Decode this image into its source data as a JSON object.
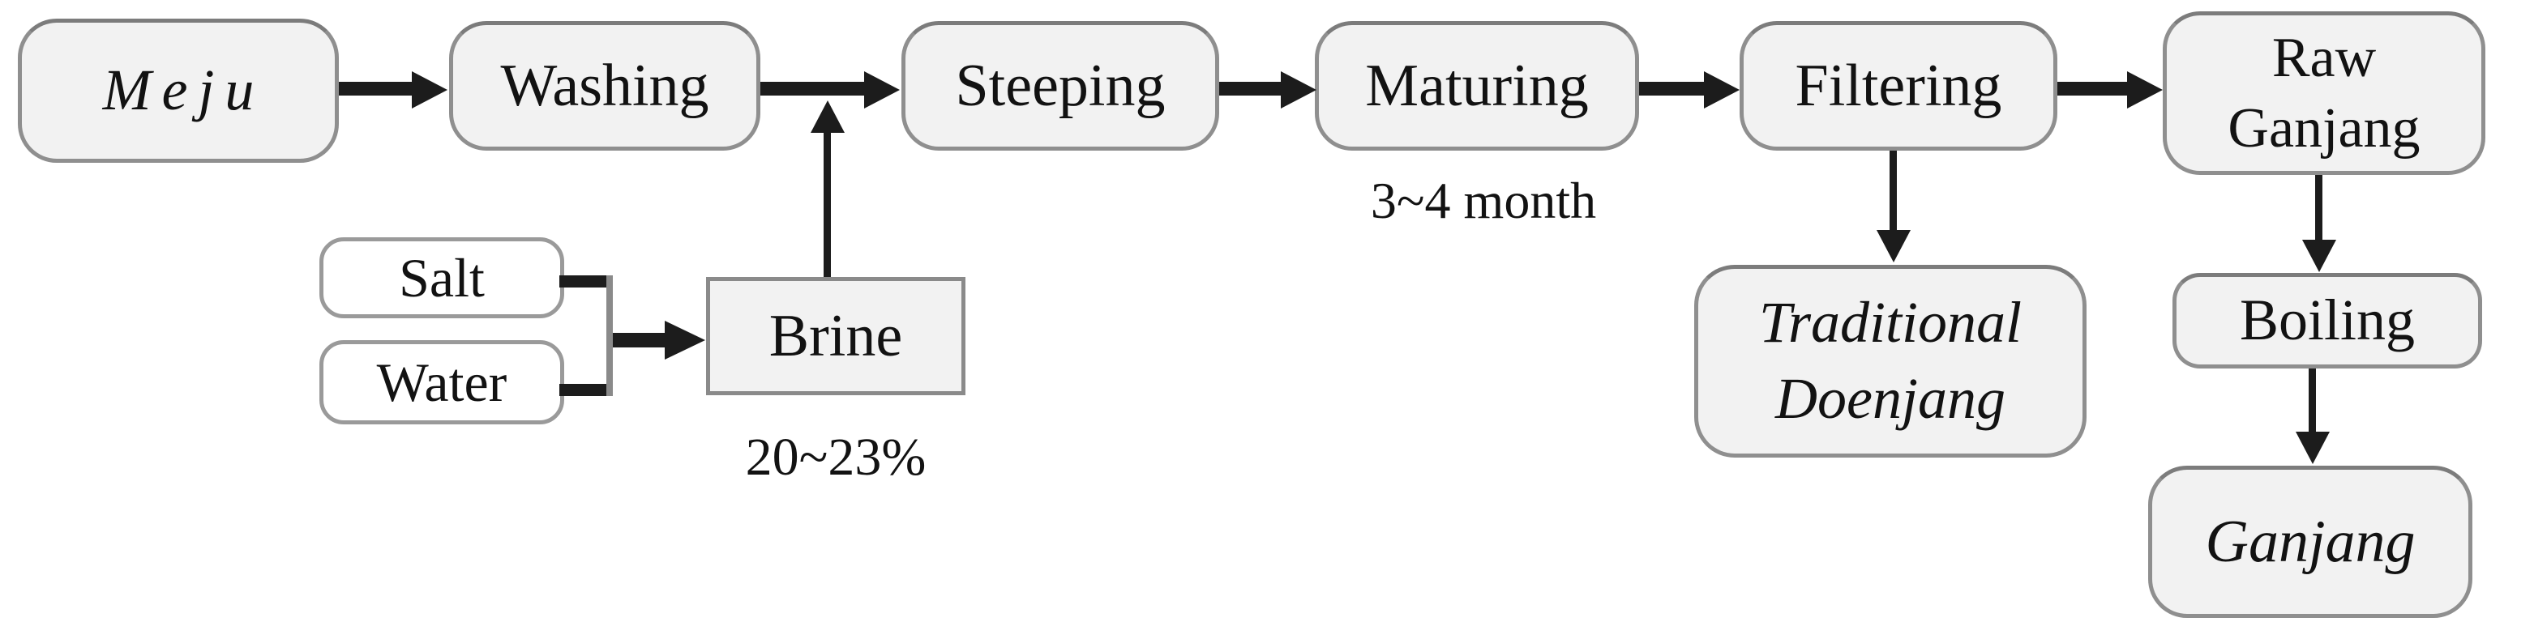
{
  "diagram": {
    "description": "Flow chart of traditional Korean Ganjang and Doenjang production",
    "nodes": {
      "meju": {
        "label": "Meju"
      },
      "washing": {
        "label": "Washing"
      },
      "steeping": {
        "label": "Steeping"
      },
      "maturing": {
        "label": "Maturing"
      },
      "filtering": {
        "label": "Filtering"
      },
      "raw_ganjang": {
        "line1": "Raw",
        "line2": "Ganjang"
      },
      "salt": {
        "label": "Salt"
      },
      "water": {
        "label": "Water"
      },
      "brine": {
        "label": "Brine"
      },
      "traditional_doenjang": {
        "line1": "Traditional",
        "line2": "Doenjang"
      },
      "boiling": {
        "label": "Boiling"
      },
      "ganjang": {
        "label": "Ganjang"
      }
    },
    "annotations": {
      "maturing_duration": "3~4 month",
      "brine_concentration": "20~23%"
    },
    "edges": [
      {
        "from": "Meju",
        "to": "Washing"
      },
      {
        "from": "Washing",
        "to": "Steeping"
      },
      {
        "from": "Steeping",
        "to": "Maturing"
      },
      {
        "from": "Maturing",
        "to": "Filtering"
      },
      {
        "from": "Filtering",
        "to": "Raw Ganjang"
      },
      {
        "from": "Salt",
        "to": "Brine"
      },
      {
        "from": "Water",
        "to": "Brine"
      },
      {
        "from": "Brine",
        "to": "Washing-Steeping flow line"
      },
      {
        "from": "Filtering",
        "to": "Traditional Doenjang"
      },
      {
        "from": "Raw Ganjang",
        "to": "Boiling"
      },
      {
        "from": "Boiling",
        "to": "Ganjang"
      }
    ],
    "colors": {
      "background": "#ffffff",
      "node_fill": "#f2f2f2",
      "node_border": "#8f8f8f",
      "input_node_fill": "#ffffff",
      "arrow": "#1c1c1c",
      "text": "#121212"
    }
  }
}
